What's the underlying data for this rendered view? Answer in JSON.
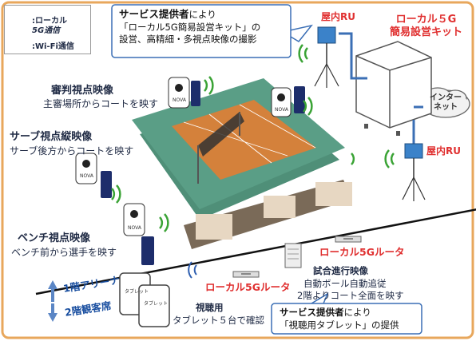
{
  "legend": {
    "local5g_line1": ":ローカル",
    "local5g_line2": "5G通信",
    "wifi": ":Wi-Fi通信"
  },
  "callout_top": {
    "line1_bold": "サービス提供者",
    "line1_rest": "により",
    "line2": "「ローカル5G簡易設営キット」の",
    "line3": "設営、高精細・多視点映像の撮影"
  },
  "indoor_ru_top": "屋内RU",
  "indoor_ru_bottom": "屋内RU",
  "kit_title_line1": "ローカル５G",
  "kit_title_line2": "簡易設営キット",
  "internet_line1": "インター",
  "internet_line2": "ネット",
  "referee": {
    "title": "審判視点映像",
    "sub": "主審場所からコートを映す"
  },
  "serve": {
    "title": "サーブ視点縦映像",
    "sub": "サーブ後方からコートを映す"
  },
  "bench": {
    "title": "ベンチ視点映像",
    "sub": "ベンチ前から選手を映す"
  },
  "router_right": "ローカル5Gルータ",
  "router_left": "ローカル5Gルータ",
  "match": {
    "title": "試合進行映像",
    "line1": "自動ボール自動追従",
    "line2": "2階よりコート全面を映す"
  },
  "floors": {
    "first": "1階アリーナ",
    "second": "2階観客席"
  },
  "viewing": {
    "title": "視聴用",
    "sub": "タブレット５台で確認"
  },
  "callout_bottom": {
    "line1_bold": "サービス提供者",
    "line1_rest": "により",
    "line2": "「視聴用タブレット」の提供"
  },
  "tablet_label": "タブレット",
  "device_label": "NOVA",
  "colors": {
    "frame": "#e8a75c",
    "court_floor": "#5a9e86",
    "court": "#d4813b",
    "router_text": "#e03030",
    "floor_text": "#1a4fa0",
    "signal": "#3aa335"
  }
}
